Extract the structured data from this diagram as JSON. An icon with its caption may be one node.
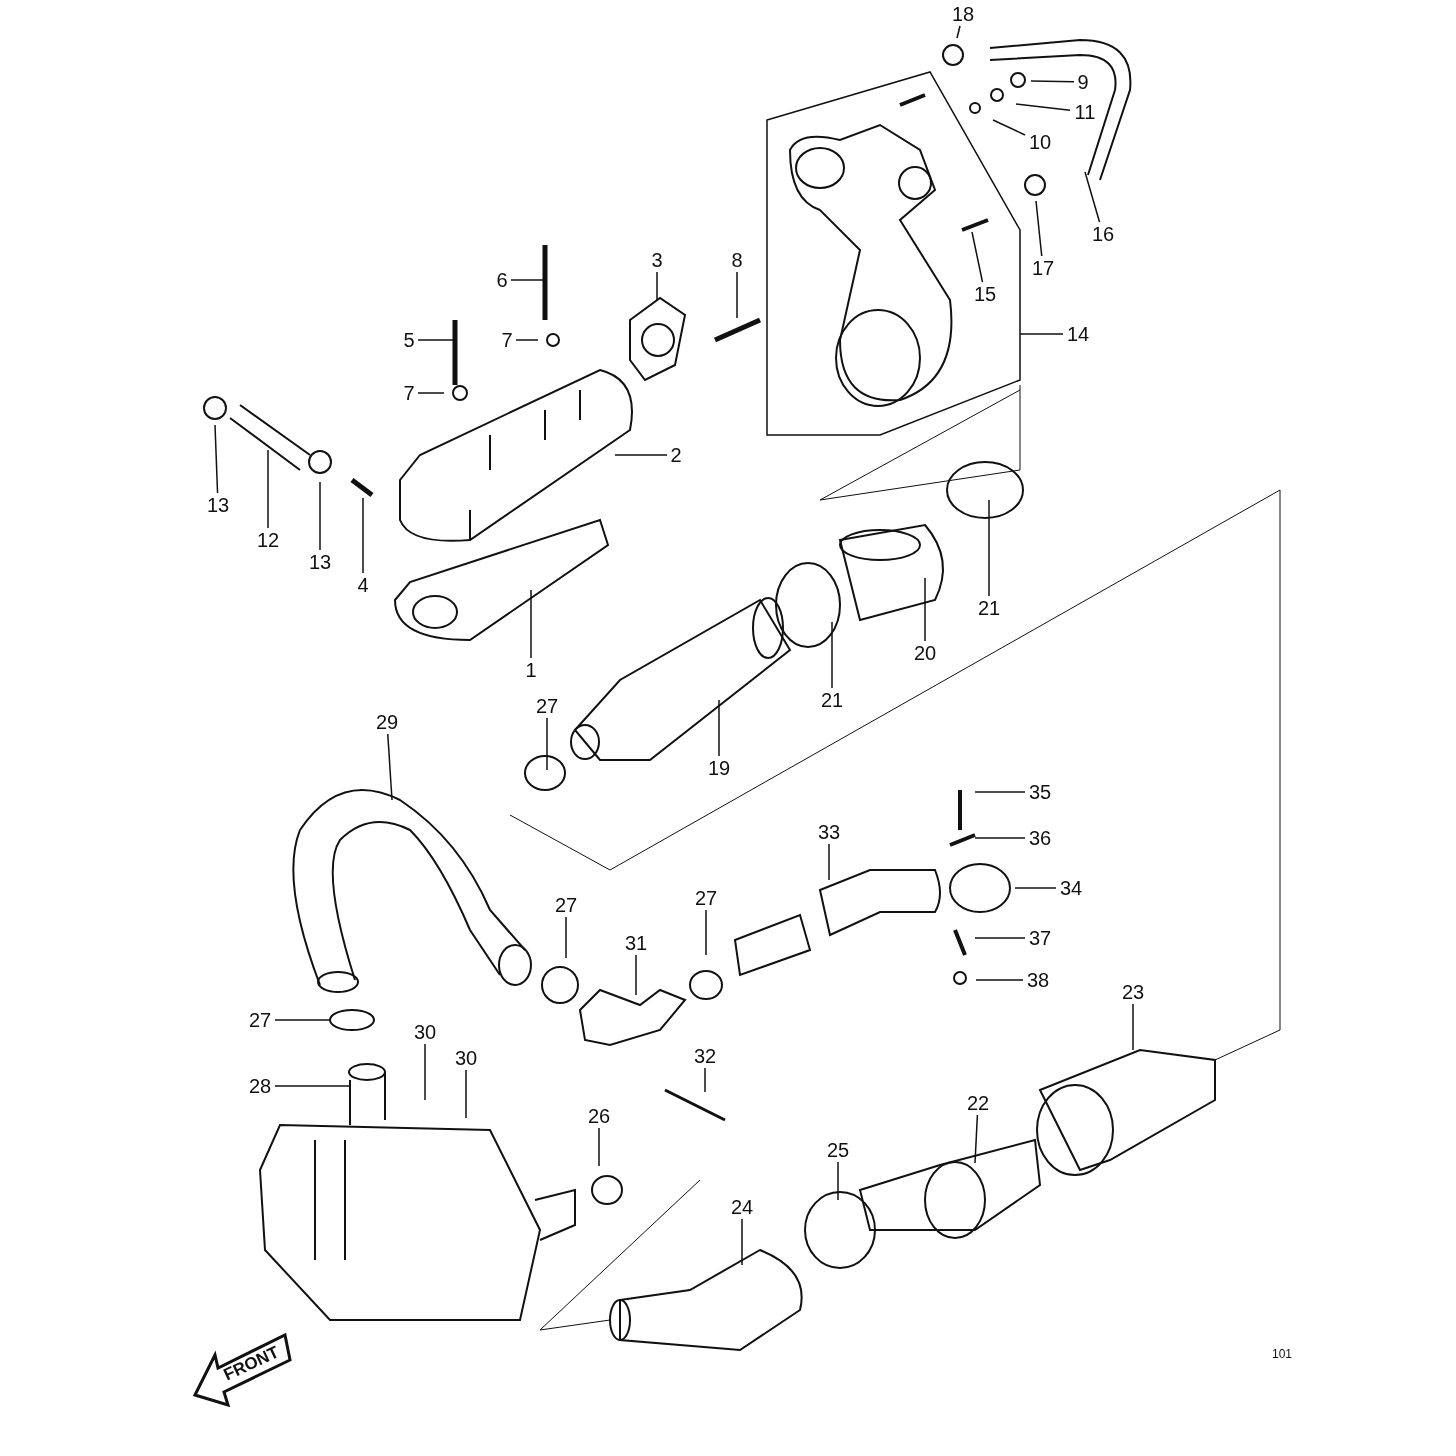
{
  "diagram": {
    "nodes": [
      {
        "text": [
          "18"
        ]
      },
      {
        "text": [
          "9"
        ]
      },
      {
        "text": [
          "11"
        ]
      },
      {
        "text": [
          "10"
        ]
      },
      {
        "text": [
          "16"
        ]
      },
      {
        "text": [
          "17"
        ]
      },
      {
        "text": [
          "15"
        ]
      },
      {
        "text": [
          "14"
        ]
      },
      {
        "text": [
          "3"
        ]
      },
      {
        "text": [
          "8"
        ]
      },
      {
        "text": [
          "6"
        ]
      },
      {
        "text": [
          "5"
        ]
      },
      {
        "text": [
          "7"
        ]
      },
      {
        "text": [
          "7"
        ]
      },
      {
        "text": [
          "2"
        ]
      },
      {
        "text": [
          "13"
        ]
      },
      {
        "text": [
          "12"
        ]
      },
      {
        "text": [
          "13"
        ]
      },
      {
        "text": [
          "4"
        ]
      },
      {
        "text": [
          "1"
        ]
      },
      {
        "text": [
          "21"
        ]
      },
      {
        "text": [
          "20"
        ]
      },
      {
        "text": [
          "21"
        ]
      },
      {
        "text": [
          "27"
        ]
      },
      {
        "text": [
          "29"
        ]
      },
      {
        "text": [
          "19"
        ]
      },
      {
        "text": [
          "35"
        ]
      },
      {
        "text": [
          "36"
        ]
      },
      {
        "text": [
          "33"
        ]
      },
      {
        "text": [
          "34"
        ]
      },
      {
        "text": [
          "27"
        ]
      },
      {
        "text": [
          "27"
        ]
      },
      {
        "text": [
          "31"
        ]
      },
      {
        "text": [
          "37"
        ]
      },
      {
        "text": [
          "38"
        ]
      },
      {
        "text": [
          "23"
        ]
      },
      {
        "text": [
          "27"
        ]
      },
      {
        "text": [
          "30"
        ]
      },
      {
        "text": [
          "30"
        ]
      },
      {
        "text": [
          "32"
        ]
      },
      {
        "text": [
          "28"
        ]
      },
      {
        "text": [
          "22"
        ]
      },
      {
        "text": [
          "26"
        ]
      },
      {
        "text": [
          "25"
        ]
      },
      {
        "text": [
          "24"
        ]
      }
    ],
    "edges": [
      {
        "from": 0,
        "to": null,
        "arrow": "none"
      },
      {
        "from": 1,
        "to": null,
        "arrow": "none"
      },
      {
        "from": 2,
        "to": null,
        "arrow": "none"
      },
      {
        "from": 3,
        "to": null,
        "arrow": "none"
      },
      {
        "from": 4,
        "to": null,
        "arrow": "none"
      },
      {
        "from": 5,
        "to": null,
        "arrow": "none"
      },
      {
        "from": 6,
        "to": null,
        "arrow": "none"
      },
      {
        "from": 7,
        "to": null,
        "arrow": "none"
      },
      {
        "from": 8,
        "to": null,
        "arrow": "none"
      },
      {
        "from": 9,
        "to": null,
        "arrow": "none"
      },
      {
        "from": 10,
        "to": null,
        "arrow": "none"
      },
      {
        "from": 11,
        "to": null,
        "arrow": "none"
      },
      {
        "from": 12,
        "to": null,
        "arrow": "none"
      },
      {
        "from": 13,
        "to": null,
        "arrow": "none"
      },
      {
        "from": 14,
        "to": null,
        "arrow": "none"
      },
      {
        "from": 15,
        "to": null,
        "arrow": "none"
      },
      {
        "from": 16,
        "to": null,
        "arrow": "none"
      },
      {
        "from": 17,
        "to": null,
        "arrow": "none"
      },
      {
        "from": 18,
        "to": null,
        "arrow": "none"
      },
      {
        "from": 19,
        "to": null,
        "arrow": "none"
      },
      {
        "from": 20,
        "to": null,
        "arrow": "none"
      },
      {
        "from": 21,
        "to": null,
        "arrow": "none"
      },
      {
        "from": 22,
        "to": null,
        "arrow": "none"
      },
      {
        "from": 23,
        "to": null,
        "arrow": "none"
      },
      {
        "from": 24,
        "to": null,
        "arrow": "none"
      },
      {
        "from": 25,
        "to": null,
        "arrow": "none"
      },
      {
        "from": 26,
        "to": null,
        "arrow": "none"
      },
      {
        "from": 27,
        "to": null,
        "arrow": "none"
      },
      {
        "from": 28,
        "to": null,
        "arrow": "none"
      },
      {
        "from": 29,
        "to": null,
        "arrow": "none"
      },
      {
        "from": 30,
        "to": null,
        "arrow": "none"
      },
      {
        "from": 31,
        "to": null,
        "arrow": "none"
      },
      {
        "from": 32,
        "to": null,
        "arrow": "none"
      },
      {
        "from": 33,
        "to": null,
        "arrow": "none"
      },
      {
        "from": 34,
        "to": null,
        "arrow": "none"
      },
      {
        "from": 35,
        "to": null,
        "arrow": "none"
      },
      {
        "from": 36,
        "to": null,
        "arrow": "none"
      },
      {
        "from": 37,
        "to": null,
        "arrow": "none"
      },
      {
        "from": 38,
        "to": null,
        "arrow": "none"
      },
      {
        "from": 39,
        "to": null,
        "arrow": "none"
      },
      {
        "from": 40,
        "to": null,
        "arrow": "none"
      },
      {
        "from": 41,
        "to": null,
        "arrow": "none"
      },
      {
        "from": 42,
        "to": null,
        "arrow": "none"
      },
      {
        "from": 43,
        "to": null,
        "arrow": "none"
      },
      {
        "from": 44,
        "to": null,
        "arrow": "none"
      }
    ],
    "labels": [
      "FRONT",
      "101"
    ]
  }
}
